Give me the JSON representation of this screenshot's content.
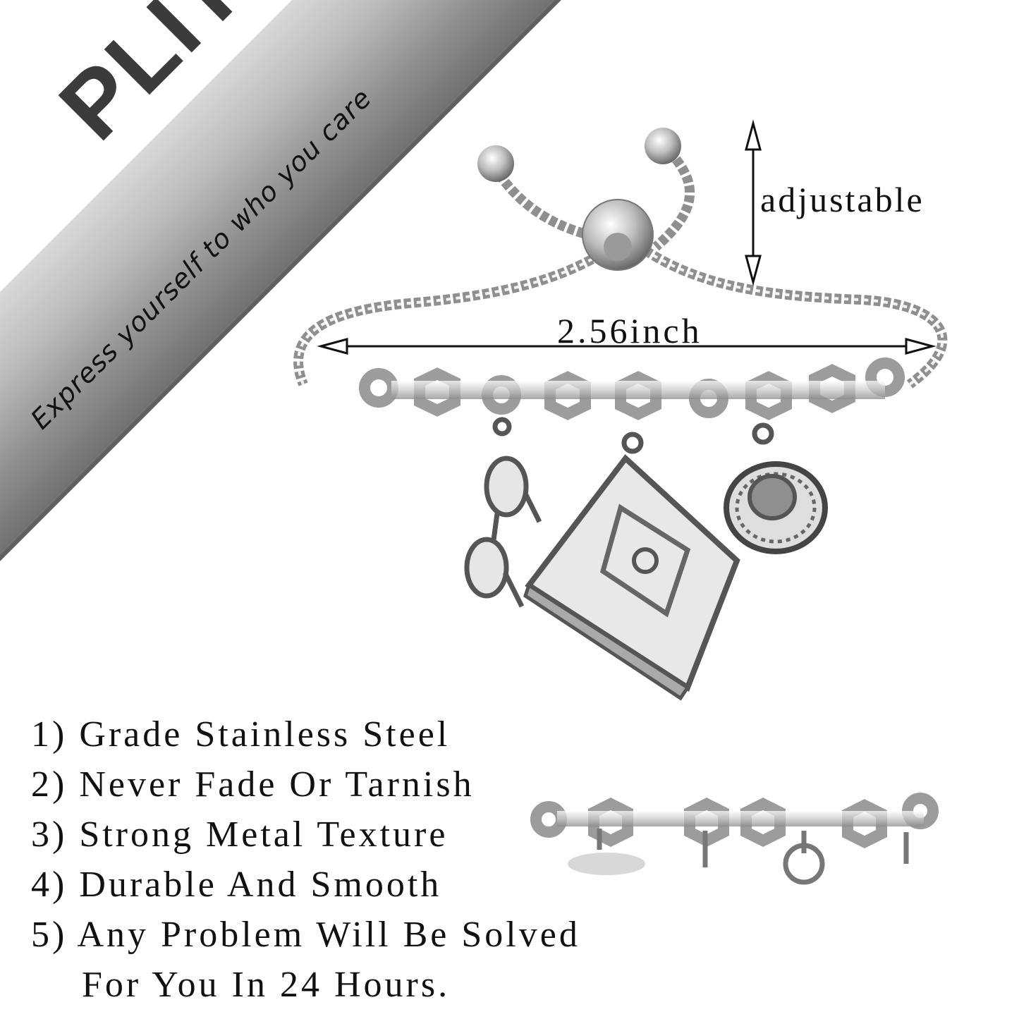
{
  "banner": {
    "brand": "PLITI",
    "tagline": "Express yourself to who you care"
  },
  "measurements": {
    "adjustable": "adjustable",
    "width": "2.56inch"
  },
  "features": [
    "1) Grade Stainless Steel",
    "2) Never Fade Or Tarnish",
    "3) Strong Metal Texture",
    "4) Durable And Smooth",
    "5) Any Problem Will Be Solved",
    "For You In 24 Hours."
  ],
  "charms": [
    "glasses-charm",
    "book-charm",
    "teacup-charm"
  ],
  "colors": {
    "banner_light": "#d9d9d9",
    "banner_dark": "#6f6f6f",
    "brand_text": "#3b3b3b",
    "silver": "#c8c8c8",
    "text": "#111111"
  }
}
